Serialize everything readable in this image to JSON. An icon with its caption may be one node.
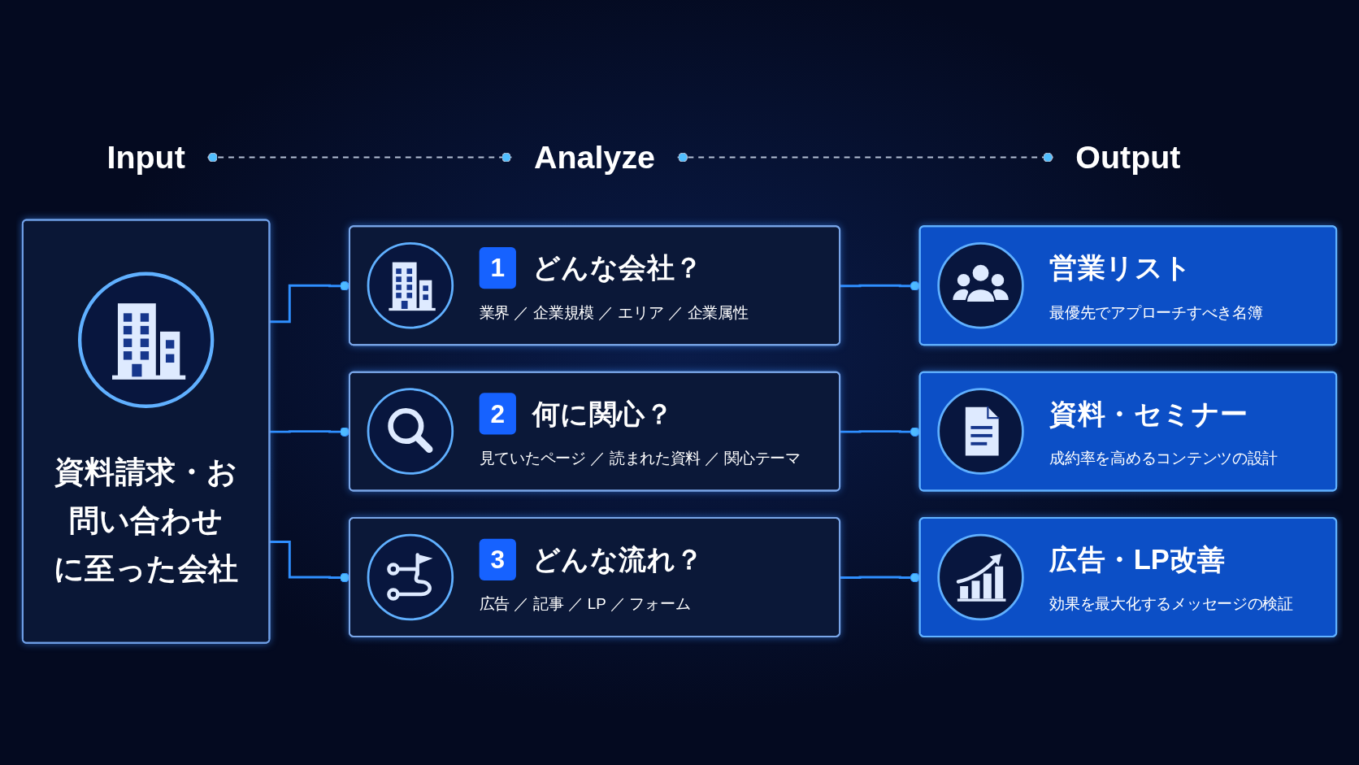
{
  "diagram": {
    "nodes": [
      {
        "text": [
          "Input"
        ]
      },
      {
        "text": [
          "Analyze"
        ]
      },
      {
        "text": [
          "Output"
        ]
      },
      {
        "text": [
          "資料請求・お問い合わせに至った会社"
        ]
      },
      {
        "text": [
          "1",
          "どんな会社？",
          "業界 ／ 企業規模 ／ エリア ／ 企業属性"
        ]
      },
      {
        "text": [
          "2",
          "何に関心？",
          "見ていたページ ／ 読まれた資料 ／ 関心テーマ"
        ]
      },
      {
        "text": [
          "3",
          "どんな流れ？",
          "広告 ／ 記事 ／ LP ／ フォーム"
        ]
      },
      {
        "text": [
          "営業リスト",
          "最優先でアプローチすべき名簿"
        ]
      },
      {
        "text": [
          "資料・セミナー",
          "成約率を高めるコンテンツの設計"
        ]
      },
      {
        "text": [
          "広告・LP改善",
          "効果を最大化するメッセージの検証"
        ]
      }
    ],
    "edges": [
      {
        "from": 0,
        "to": 1,
        "arrow": "other",
        "style": "dashed",
        "color": "#b4bfd4"
      },
      {
        "from": 1,
        "to": 2,
        "arrow": "other",
        "style": "dashed",
        "color": "#b4bfd4"
      },
      {
        "from": 3,
        "to": 4,
        "arrow": "other"
      },
      {
        "from": 3,
        "to": 5,
        "arrow": "other"
      },
      {
        "from": 3,
        "to": 6,
        "arrow": "other"
      },
      {
        "from": 4,
        "to": 7,
        "arrow": "other"
      },
      {
        "from": 5,
        "to": 8,
        "arrow": "other"
      },
      {
        "from": 6,
        "to": 9,
        "arrow": "other"
      }
    ]
  }
}
